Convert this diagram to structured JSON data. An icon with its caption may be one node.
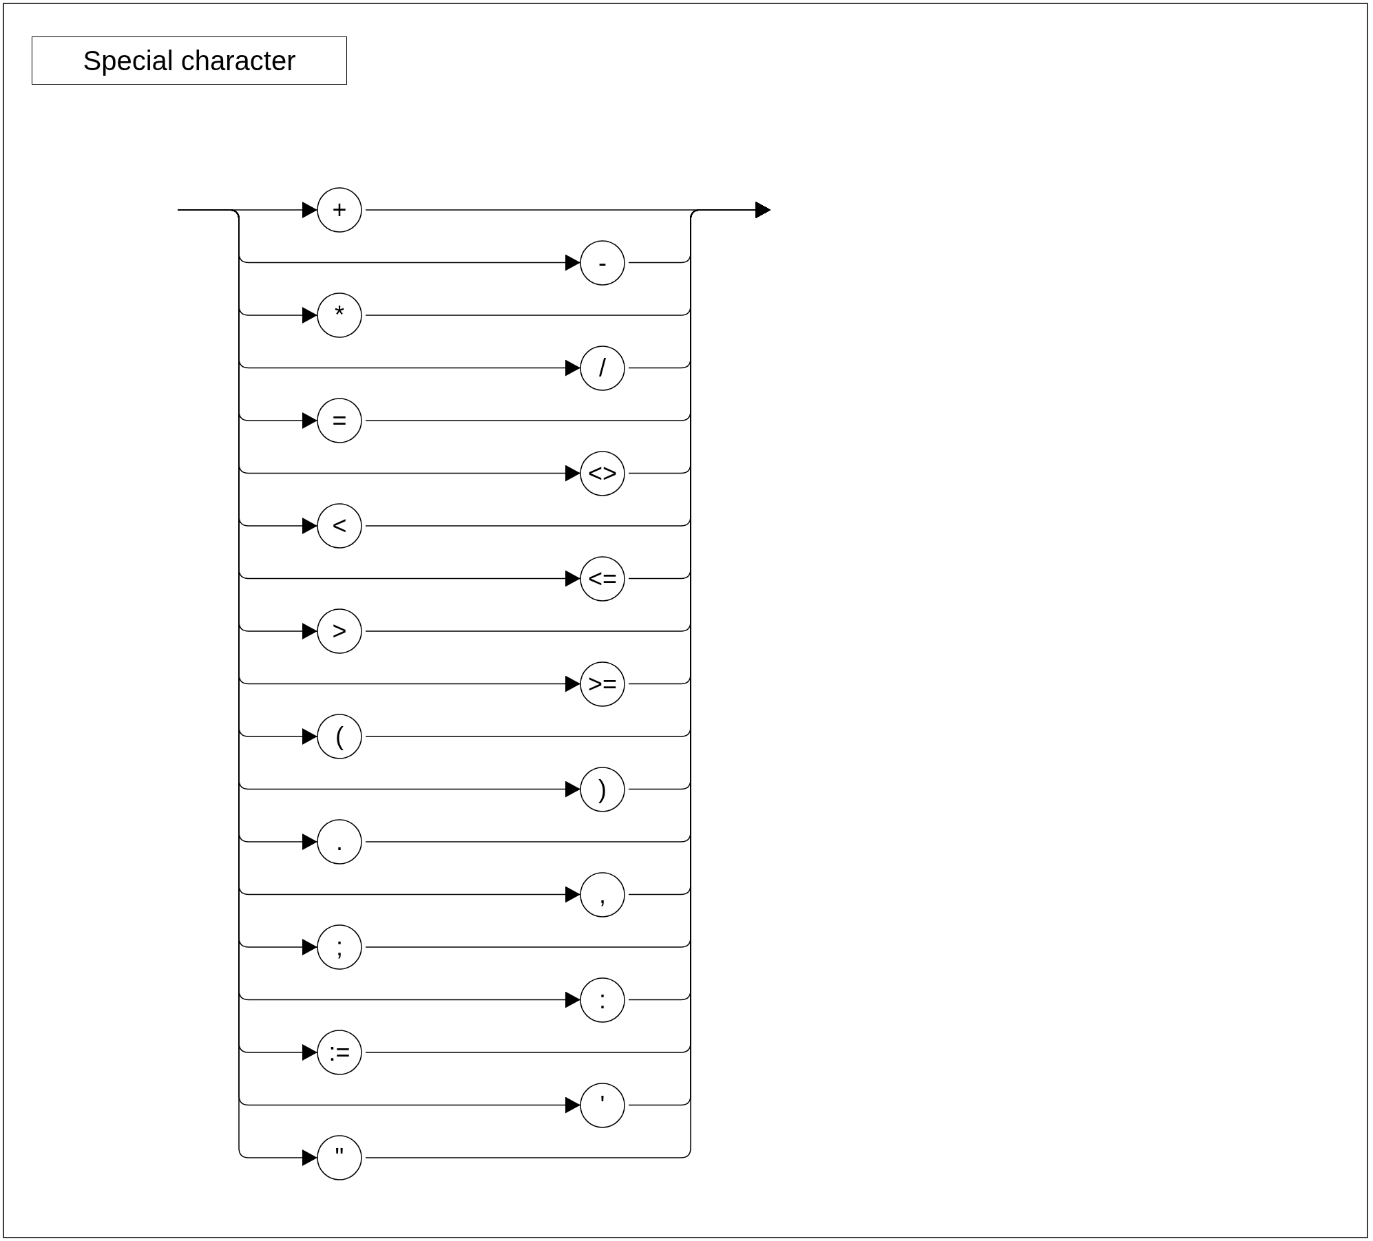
{
  "diagram": {
    "nodes": [
      {
        "text": [
          "Special character"
        ]
      },
      {
        "text": [
          "+"
        ]
      },
      {
        "text": [
          "-"
        ]
      },
      {
        "text": [
          "*"
        ]
      },
      {
        "text": [
          "/"
        ]
      },
      {
        "text": [
          "="
        ]
      },
      {
        "text": [
          "<>"
        ]
      },
      {
        "text": [
          "<"
        ]
      },
      {
        "text": [
          "<="
        ]
      },
      {
        "text": [
          ">"
        ]
      },
      {
        "text": [
          ">="
        ]
      },
      {
        "text": [
          "("
        ]
      },
      {
        "text": [
          ")"
        ]
      },
      {
        "text": [
          "."
        ]
      },
      {
        "text": [
          ","
        ]
      },
      {
        "text": [
          ";"
        ]
      },
      {
        "text": [
          ":"
        ]
      },
      {
        "text": [
          ":="
        ]
      },
      {
        "text": [
          "'"
        ]
      },
      {
        "text": [
          "\""
        ]
      }
    ],
    "edges": [
      {
        "from": null,
        "to": 1,
        "arrow": "to"
      },
      {
        "from": 1,
        "to": null,
        "arrow": "to"
      },
      {
        "from": null,
        "to": 2,
        "arrow": "to"
      },
      {
        "from": 2,
        "to": null,
        "arrow": "to"
      },
      {
        "from": null,
        "to": 3,
        "arrow": "to"
      },
      {
        "from": 3,
        "to": null,
        "arrow": "to"
      },
      {
        "from": null,
        "to": 4,
        "arrow": "to"
      },
      {
        "from": 4,
        "to": null,
        "arrow": "to"
      },
      {
        "from": null,
        "to": 5,
        "arrow": "to"
      },
      {
        "from": 5,
        "to": null,
        "arrow": "to"
      },
      {
        "from": null,
        "to": 6,
        "arrow": "to"
      },
      {
        "from": 6,
        "to": null,
        "arrow": "to"
      },
      {
        "from": null,
        "to": 7,
        "arrow": "to"
      },
      {
        "from": 7,
        "to": null,
        "arrow": "to"
      },
      {
        "from": null,
        "to": 8,
        "arrow": "to"
      },
      {
        "from": 8,
        "to": null,
        "arrow": "to"
      },
      {
        "from": null,
        "to": 9,
        "arrow": "to"
      },
      {
        "from": 9,
        "to": null,
        "arrow": "to"
      },
      {
        "from": null,
        "to": 10,
        "arrow": "to"
      },
      {
        "from": 10,
        "to": null,
        "arrow": "to"
      },
      {
        "from": null,
        "to": 11,
        "arrow": "to"
      },
      {
        "from": 11,
        "to": null,
        "arrow": "to"
      },
      {
        "from": null,
        "to": 12,
        "arrow": "to"
      },
      {
        "from": 12,
        "to": null,
        "arrow": "to"
      },
      {
        "from": null,
        "to": 13,
        "arrow": "to"
      },
      {
        "from": 13,
        "to": null,
        "arrow": "to"
      },
      {
        "from": null,
        "to": 14,
        "arrow": "to"
      },
      {
        "from": 14,
        "to": null,
        "arrow": "to"
      },
      {
        "from": null,
        "to": 15,
        "arrow": "to"
      },
      {
        "from": 15,
        "to": null,
        "arrow": "to"
      },
      {
        "from": null,
        "to": 16,
        "arrow": "to"
      },
      {
        "from": 16,
        "to": null,
        "arrow": "to"
      },
      {
        "from": null,
        "to": 17,
        "arrow": "to"
      },
      {
        "from": 17,
        "to": null,
        "arrow": "to"
      },
      {
        "from": null,
        "to": 18,
        "arrow": "to"
      },
      {
        "from": 18,
        "to": null,
        "arrow": "to"
      },
      {
        "from": null,
        "to": 19,
        "arrow": "to"
      },
      {
        "from": 19,
        "to": null,
        "arrow": "to"
      }
    ]
  }
}
